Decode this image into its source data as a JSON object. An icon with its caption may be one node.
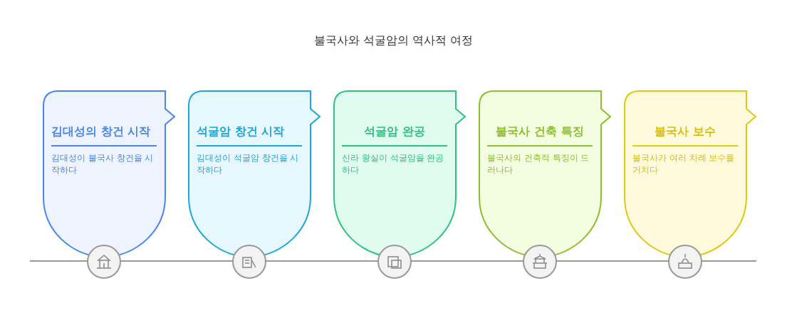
{
  "diagram": {
    "title": "불국사와 석굴암의 역사적 여정",
    "nodes": [
      {
        "text": [
          "김대성의 창건 시작",
          "김대성이 불국사 창건을 시작하다"
        ]
      },
      {
        "text": [
          "석굴암 창건 시작",
          "김대성이 석굴암 창건을 시작하다"
        ]
      },
      {
        "text": [
          "석굴암 완공",
          "신라 왕실이 석굴암을 완공하다"
        ]
      },
      {
        "text": [
          "불국사 건축 특징",
          "불국사의 건축적 특징이 드러나다"
        ]
      },
      {
        "text": [
          "불국사 보수",
          "불국사가 여러 차례 보수를 거치다"
        ]
      }
    ]
  }
}
